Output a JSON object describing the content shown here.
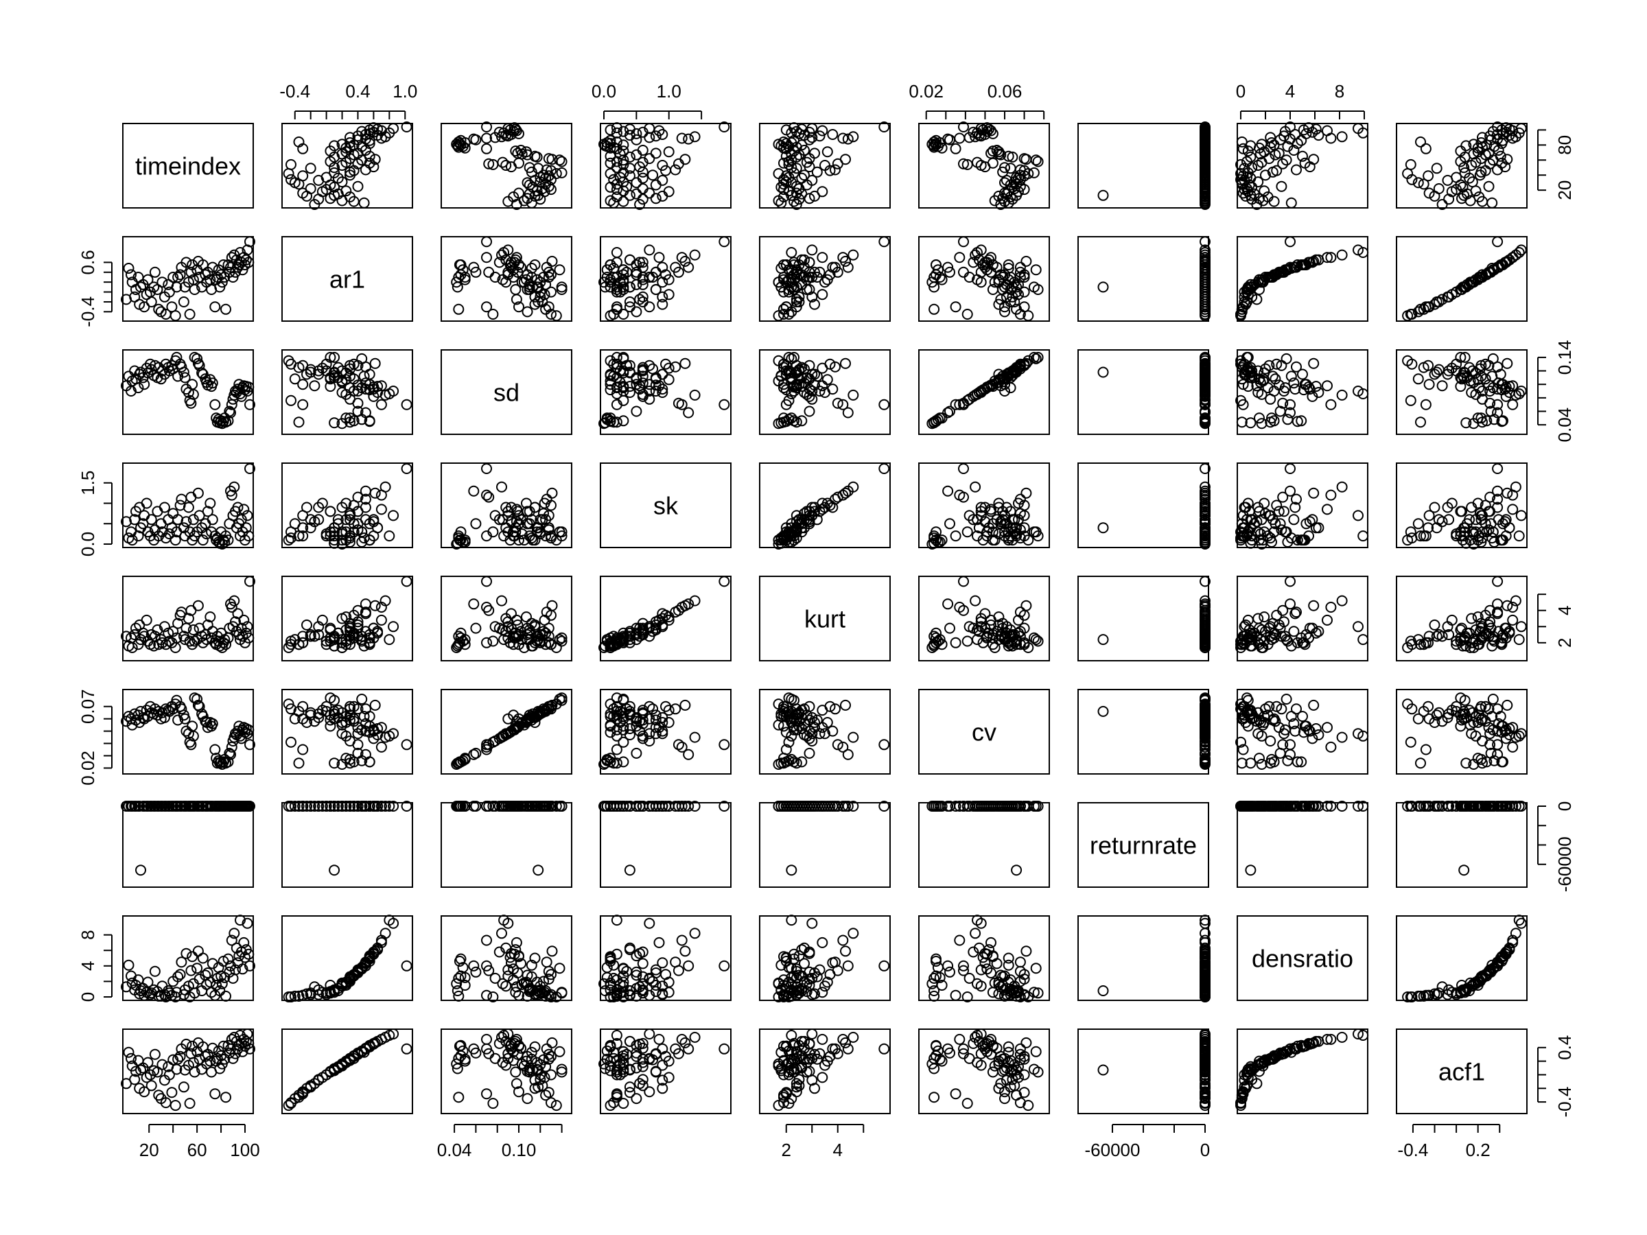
{
  "chart_data": {
    "type": "scatter",
    "title": "",
    "variables": [
      {
        "name": "timeindex",
        "min": 1,
        "max": 104,
        "ticks": [
          {
            "value": 20,
            "label": "20"
          },
          {
            "value": 60,
            "label": "60"
          },
          {
            "value": 100,
            "label": "100"
          }
        ]
      },
      {
        "name": "ar1",
        "min": -0.52,
        "max": 1.05,
        "ticks": [
          {
            "value": -0.4,
            "label": "-0.4"
          },
          {
            "value": 0.4,
            "label": "0.4"
          },
          {
            "value": 1.0,
            "label": "1.0"
          }
        ]
      },
      {
        "name": "sd",
        "min": 0.031,
        "max": 0.146,
        "ticks": [
          {
            "value": 0.04,
            "label": "0.04"
          },
          {
            "value": 0.1,
            "label": "0.10"
          },
          {
            "value": 0.14,
            "label": "0.14"
          }
        ]
      },
      {
        "name": "sk",
        "min": 0.0,
        "max": 1.9,
        "ticks": [
          {
            "value": 0.0,
            "label": "0.0"
          },
          {
            "value": 1.0,
            "label": "1.0"
          },
          {
            "value": 1.5,
            "label": "1.5"
          }
        ]
      },
      {
        "name": "kurt",
        "min": 1.1,
        "max": 5.9,
        "ticks": [
          {
            "value": 2,
            "label": "2"
          },
          {
            "value": 4,
            "label": "4"
          }
        ]
      },
      {
        "name": "cv",
        "min": 0.018,
        "max": 0.081,
        "ticks": [
          {
            "value": 0.02,
            "label": "0.02"
          },
          {
            "value": 0.06,
            "label": "0.06"
          },
          {
            "value": 0.07,
            "label": "0.07"
          }
        ]
      },
      {
        "name": "returnrate",
        "min": -80000,
        "max": 0,
        "ticks": [
          {
            "value": -60000,
            "label": "-60000"
          },
          {
            "value": 0,
            "label": "0"
          }
        ]
      },
      {
        "name": "densratio",
        "min": 0,
        "max": 10,
        "ticks": [
          {
            "value": 0,
            "label": "0"
          },
          {
            "value": 4,
            "label": "4"
          },
          {
            "value": 8,
            "label": "8"
          }
        ]
      },
      {
        "name": "acf1",
        "min": -0.52,
        "max": 0.62,
        "ticks": [
          {
            "value": -0.4,
            "label": "-0.4"
          },
          {
            "value": 0.2,
            "label": "0.2"
          },
          {
            "value": 0.4,
            "label": "0.4"
          }
        ]
      }
    ],
    "axes": {
      "top": [
        {
          "column": 1,
          "ticks": [
            -0.4,
            -0.2,
            0,
            0.2,
            0.4,
            0.6,
            0.8,
            1.0
          ],
          "labels": {
            "-0.4": "-0.4",
            "0.4": "0.4",
            "1": "1.0"
          }
        },
        {
          "column": 3,
          "ticks": [
            0.0,
            0.5,
            1.0,
            1.5
          ],
          "labels": {
            "0": "0.0",
            "1": "1.0"
          }
        },
        {
          "column": 5,
          "ticks": [
            0.02,
            0.03,
            0.04,
            0.05,
            0.06,
            0.07,
            0.08
          ],
          "labels": {
            "0.02": "0.02",
            "0.06": "0.06"
          }
        },
        {
          "column": 7,
          "ticks": [
            0,
            2,
            4,
            6,
            8,
            10
          ],
          "labels": {
            "0": "0",
            "4": "4",
            "8": "8"
          }
        }
      ],
      "bottom": [
        {
          "column": 0,
          "ticks": [
            20,
            40,
            60,
            80,
            100
          ],
          "labels": {
            "20": "20",
            "60": "60",
            "100": "100"
          }
        },
        {
          "column": 2,
          "ticks": [
            0.04,
            0.06,
            0.08,
            0.1,
            0.12,
            0.14
          ],
          "labels": {
            "0.04": "0.04",
            "0.1": "0.10"
          }
        },
        {
          "column": 4,
          "ticks": [
            2,
            3,
            4,
            5
          ],
          "labels": {
            "2": "2",
            "4": "4"
          }
        },
        {
          "column": 6,
          "ticks": [
            -60000,
            -40000,
            -20000,
            0
          ],
          "labels": {
            "-60000": "-60000",
            "0": "0"
          }
        },
        {
          "column": 8,
          "ticks": [
            -0.4,
            -0.2,
            0,
            0.2,
            0.4
          ],
          "labels": {
            "-0.4": "-0.4",
            "0.2": "0.2"
          }
        }
      ],
      "left": [
        {
          "row": 1,
          "ticks": [
            -0.4,
            -0.2,
            0,
            0.2,
            0.4,
            0.6
          ],
          "labels": {
            "-0.4": "-0.4",
            "0.6": "0.6"
          }
        },
        {
          "row": 3,
          "ticks": [
            0.0,
            0.5,
            1.0,
            1.5
          ],
          "labels": {
            "0": "0.0",
            "1.5": "1.5"
          }
        },
        {
          "row": 5,
          "ticks": [
            0.02,
            0.03,
            0.04,
            0.05,
            0.06,
            0.07
          ],
          "labels": {
            "0.02": "0.02",
            "0.07": "0.07"
          }
        },
        {
          "row": 7,
          "ticks": [
            0,
            2,
            4,
            6,
            8
          ],
          "labels": {
            "0": "0",
            "4": "4",
            "8": "8"
          }
        }
      ],
      "right": [
        {
          "row": 0,
          "ticks": [
            20,
            40,
            60,
            80,
            100
          ],
          "labels": {
            "20": "20",
            "80": "80"
          }
        },
        {
          "row": 2,
          "ticks": [
            0.04,
            0.06,
            0.08,
            0.1,
            0.12,
            0.14
          ],
          "labels": {
            "0.04": "0.04",
            "0.14": "0.14"
          }
        },
        {
          "row": 4,
          "ticks": [
            2,
            3,
            4,
            5
          ],
          "labels": {
            "2": "2",
            "4": "4"
          }
        },
        {
          "row": 6,
          "ticks": [
            -60000,
            -40000,
            -20000,
            0
          ],
          "labels": {
            "-60000": "-60000",
            "0": "0"
          }
        },
        {
          "row": 8,
          "ticks": [
            -0.4,
            -0.2,
            0,
            0.2,
            0.4
          ],
          "labels": {
            "-0.4": "-0.4",
            "0.4": "0.4"
          }
        }
      ]
    },
    "observations": [
      [
        1,
        -0.15,
        0.098,
        0.55,
        2.4,
        0.058,
        -1.2,
        1.3,
        -0.13
      ],
      [
        3,
        0.48,
        0.112,
        0.15,
        1.8,
        0.062,
        0.9,
        4.1,
        0.33
      ],
      [
        5,
        0.35,
        0.09,
        0.3,
        2.3,
        0.06,
        0.4,
        2.7,
        0.24
      ],
      [
        6,
        0.2,
        0.105,
        0.1,
        1.7,
        0.055,
        1.1,
        1.8,
        0.13
      ],
      [
        8,
        -0.1,
        0.12,
        0.6,
        2.5,
        0.064,
        -0.7,
        0.9,
        -0.07
      ],
      [
        9,
        0.05,
        0.108,
        0.8,
        2.9,
        0.059,
        0.3,
        1.5,
        0.05
      ],
      [
        11,
        0.3,
        0.095,
        0.2,
        1.9,
        0.063,
        -2.1,
        2.2,
        0.21
      ],
      [
        12,
        -0.25,
        0.115,
        0.9,
        3.1,
        0.057,
        0.6,
        0.4,
        -0.2
      ],
      [
        13,
        0.1,
        0.118,
        0.4,
        2.2,
        0.066,
        -66000,
        0.8,
        0.07
      ],
      [
        15,
        0.15,
        0.11,
        0.5,
        2.6,
        0.061,
        0.2,
        1.1,
        0.1
      ],
      [
        16,
        -0.3,
        0.1,
        0.7,
        2.4,
        0.06,
        -0.5,
        0.2,
        -0.25
      ],
      [
        18,
        -0.05,
        0.124,
        1.0,
        3.4,
        0.067,
        0.8,
        0.6,
        -0.04
      ],
      [
        19,
        0.25,
        0.117,
        0.3,
        2.1,
        0.062,
        0.1,
        1.9,
        0.18
      ],
      [
        21,
        0.0,
        0.13,
        0.2,
        1.9,
        0.07,
        -1.5,
        0.3,
        0.0
      ],
      [
        22,
        -0.2,
        0.122,
        0.6,
        2.5,
        0.065,
        0.7,
        0.5,
        -0.16
      ],
      [
        24,
        0.1,
        0.113,
        0.1,
        1.8,
        0.064,
        0.2,
        0.9,
        0.06
      ],
      [
        25,
        0.4,
        0.128,
        0.35,
        2.4,
        0.068,
        -0.3,
        3.3,
        0.3
      ],
      [
        27,
        0.05,
        0.11,
        0.8,
        2.8,
        0.063,
        1.3,
        0.7,
        0.04
      ],
      [
        28,
        -0.35,
        0.125,
        0.2,
        1.9,
        0.066,
        0.5,
        0.1,
        -0.3
      ],
      [
        30,
        -0.4,
        0.108,
        0.5,
        2.2,
        0.06,
        -0.9,
        0.1,
        -0.35
      ],
      [
        31,
        0.2,
        0.12,
        0.3,
        2.0,
        0.065,
        0.0,
        1.4,
        0.15
      ],
      [
        33,
        -0.1,
        0.115,
        0.9,
        3.0,
        0.061,
        0.6,
        0.3,
        -0.08
      ],
      [
        34,
        -0.45,
        0.13,
        0.15,
        1.9,
        0.068,
        -0.4,
        0.0,
        -0.41
      ],
      [
        36,
        0.15,
        0.125,
        0.6,
        2.6,
        0.067,
        0.9,
        0.8,
        0.12
      ],
      [
        37,
        0.0,
        0.12,
        0.25,
        2.1,
        0.066,
        0.3,
        0.5,
        0.0
      ],
      [
        39,
        -0.3,
        0.128,
        0.4,
        2.0,
        0.07,
        -0.2,
        0.2,
        -0.26
      ],
      [
        40,
        0.3,
        0.123,
        0.75,
        2.7,
        0.068,
        1.0,
        2.0,
        0.22
      ],
      [
        42,
        -0.48,
        0.135,
        0.1,
        1.7,
        0.072,
        0.4,
        0.0,
        -0.45
      ],
      [
        43,
        0.1,
        0.14,
        0.3,
        2.3,
        0.075,
        -1.1,
        0.6,
        0.08
      ],
      [
        44,
        0.3,
        0.112,
        0.6,
        3.2,
        0.059,
        0.2,
        2.6,
        0.23
      ],
      [
        46,
        0.35,
        0.13,
        0.95,
        3.7,
        0.07,
        0.7,
        2.9,
        0.27
      ],
      [
        47,
        0.5,
        0.126,
        1.1,
        3.9,
        0.068,
        -0.6,
        4.5,
        0.38
      ],
      [
        49,
        -0.2,
        0.118,
        0.4,
        2.4,
        0.063,
        0.5,
        0.3,
        -0.18
      ],
      [
        50,
        0.1,
        0.11,
        0.2,
        2.2,
        0.06,
        0.1,
        0.9,
        0.07
      ],
      [
        51,
        0.6,
        0.093,
        0.55,
        2.9,
        0.05,
        0.3,
        5.6,
        0.45
      ],
      [
        53,
        0.2,
        0.088,
        0.9,
        3.5,
        0.048,
        -0.8,
        1.4,
        0.14
      ],
      [
        54,
        -0.45,
        0.076,
        0.3,
        2.1,
        0.041,
        0.6,
        0.0,
        -0.42
      ],
      [
        55,
        0.4,
        0.072,
        1.15,
        4.0,
        0.039,
        0.2,
        3.4,
        0.31
      ],
      [
        56,
        0.55,
        0.1,
        0.1,
        1.9,
        0.054,
        -0.3,
        5.2,
        0.42
      ],
      [
        57,
        0.25,
        0.085,
        0.6,
        2.8,
        0.046,
        1.0,
        1.7,
        0.18
      ],
      [
        58,
        0.05,
        0.14,
        0.2,
        2.1,
        0.077,
        0.4,
        0.5,
        0.04
      ],
      [
        60,
        0.45,
        0.138,
        0.3,
        2.2,
        0.076,
        -0.5,
        3.7,
        0.34
      ],
      [
        61,
        0.62,
        0.131,
        1.25,
        4.3,
        0.071,
        0.8,
        5.9,
        0.47
      ],
      [
        62,
        0.3,
        0.128,
        0.7,
        2.9,
        0.07,
        0.0,
        2.3,
        0.23
      ],
      [
        64,
        0.1,
        0.117,
        0.4,
        2.4,
        0.064,
        0.6,
        0.8,
        0.08
      ],
      [
        65,
        0.55,
        0.115,
        0.1,
        2.0,
        0.062,
        -1.0,
        5.0,
        0.41
      ],
      [
        67,
        0.35,
        0.108,
        0.5,
        2.5,
        0.058,
        0.3,
        2.8,
        0.27
      ],
      [
        68,
        0.2,
        0.103,
        0.25,
        2.2,
        0.057,
        0.9,
        1.6,
        0.16
      ],
      [
        69,
        0.4,
        0.099,
        0.8,
        3.1,
        0.053,
        -0.2,
        3.1,
        0.3
      ],
      [
        71,
        0.25,
        0.107,
        1.0,
        3.6,
        0.057,
        0.5,
        1.9,
        0.2
      ],
      [
        72,
        0.05,
        0.097,
        0.3,
        2.3,
        0.054,
        0.1,
        0.6,
        0.04
      ],
      [
        73,
        0.5,
        0.102,
        0.6,
        2.7,
        0.056,
        -0.7,
        4.3,
        0.39
      ],
      [
        75,
        -0.3,
        0.07,
        0.2,
        2.0,
        0.035,
        0.4,
        0.2,
        -0.28
      ],
      [
        76,
        0.25,
        0.05,
        0.1,
        1.9,
        0.028,
        0.8,
        1.5,
        0.2
      ],
      [
        77,
        0.3,
        0.044,
        0.15,
        2.4,
        0.024,
        -0.1,
        2.4,
        0.24
      ],
      [
        78,
        0.45,
        0.048,
        0.05,
        2.1,
        0.026,
        0.6,
        3.8,
        0.35
      ],
      [
        79,
        0.1,
        0.043,
        0.02,
        1.8,
        0.024,
        0.0,
        0.8,
        0.09
      ],
      [
        80,
        0.35,
        0.046,
        0.3,
        2.6,
        0.025,
        1.2,
        2.7,
        0.28
      ],
      [
        81,
        0.2,
        0.042,
        0.0,
        1.7,
        0.023,
        -0.4,
        1.7,
        0.16
      ],
      [
        82,
        0.55,
        0.045,
        0.1,
        2.0,
        0.025,
        0.3,
        4.6,
        0.42
      ],
      [
        83,
        0.3,
        0.05,
        0.05,
        2.2,
        0.027,
        0.7,
        2.5,
        0.23
      ],
      [
        84,
        -0.35,
        0.044,
        0.2,
        1.9,
        0.024,
        0.2,
        0.1,
        -0.33
      ],
      [
        86,
        0.55,
        0.046,
        0.1,
        2.3,
        0.025,
        -0.9,
        4.9,
        0.43
      ],
      [
        87,
        0.4,
        0.06,
        0.5,
        2.9,
        0.032,
        0.5,
        3.2,
        0.32
      ],
      [
        88,
        0.5,
        0.058,
        1.3,
        4.4,
        0.031,
        0.1,
        4.0,
        0.38
      ],
      [
        89,
        0.7,
        0.07,
        1.2,
        4.2,
        0.037,
        -0.3,
        7.3,
        0.52
      ],
      [
        90,
        0.3,
        0.078,
        0.7,
        3.0,
        0.042,
        0.9,
        2.4,
        0.24
      ],
      [
        91,
        0.75,
        0.084,
        1.4,
        4.6,
        0.045,
        0.4,
        8.2,
        0.55
      ],
      [
        92,
        0.4,
        0.09,
        0.8,
        3.3,
        0.048,
        -0.6,
        3.5,
        0.31
      ],
      [
        93,
        0.65,
        0.088,
        0.4,
        2.7,
        0.047,
        0.2,
        6.3,
        0.49
      ],
      [
        94,
        0.5,
        0.093,
        0.9,
        3.8,
        0.05,
        0.6,
        4.4,
        0.38
      ],
      [
        95,
        0.55,
        0.1,
        0.5,
        2.5,
        0.054,
        0.0,
        5.3,
        0.43
      ],
      [
        96,
        0.8,
        0.086,
        0.2,
        2.2,
        0.046,
        1.0,
        9.9,
        0.58
      ],
      [
        97,
        0.6,
        0.082,
        0.6,
        2.9,
        0.044,
        -0.2,
        5.8,
        0.46
      ],
      [
        98,
        0.45,
        0.095,
        0.3,
        2.4,
        0.051,
        0.5,
        3.6,
        0.34
      ],
      [
        99,
        0.7,
        0.098,
        0.85,
        3.4,
        0.053,
        0.3,
        7.0,
        0.52
      ],
      [
        100,
        0.55,
        0.092,
        0.1,
        2.0,
        0.049,
        -0.5,
        5.1,
        0.42
      ],
      [
        101,
        0.65,
        0.097,
        0.4,
        2.6,
        0.052,
        0.8,
        6.1,
        0.49
      ],
      [
        102,
        0.85,
        0.09,
        0.7,
        3.0,
        0.048,
        0.1,
        9.5,
        0.6
      ],
      [
        103,
        0.6,
        0.096,
        0.2,
        2.3,
        0.051,
        0.4,
        5.5,
        0.46
      ],
      [
        104,
        1.02,
        0.07,
        1.85,
        5.8,
        0.039,
        0.2,
        4.0,
        0.38
      ]
    ]
  }
}
